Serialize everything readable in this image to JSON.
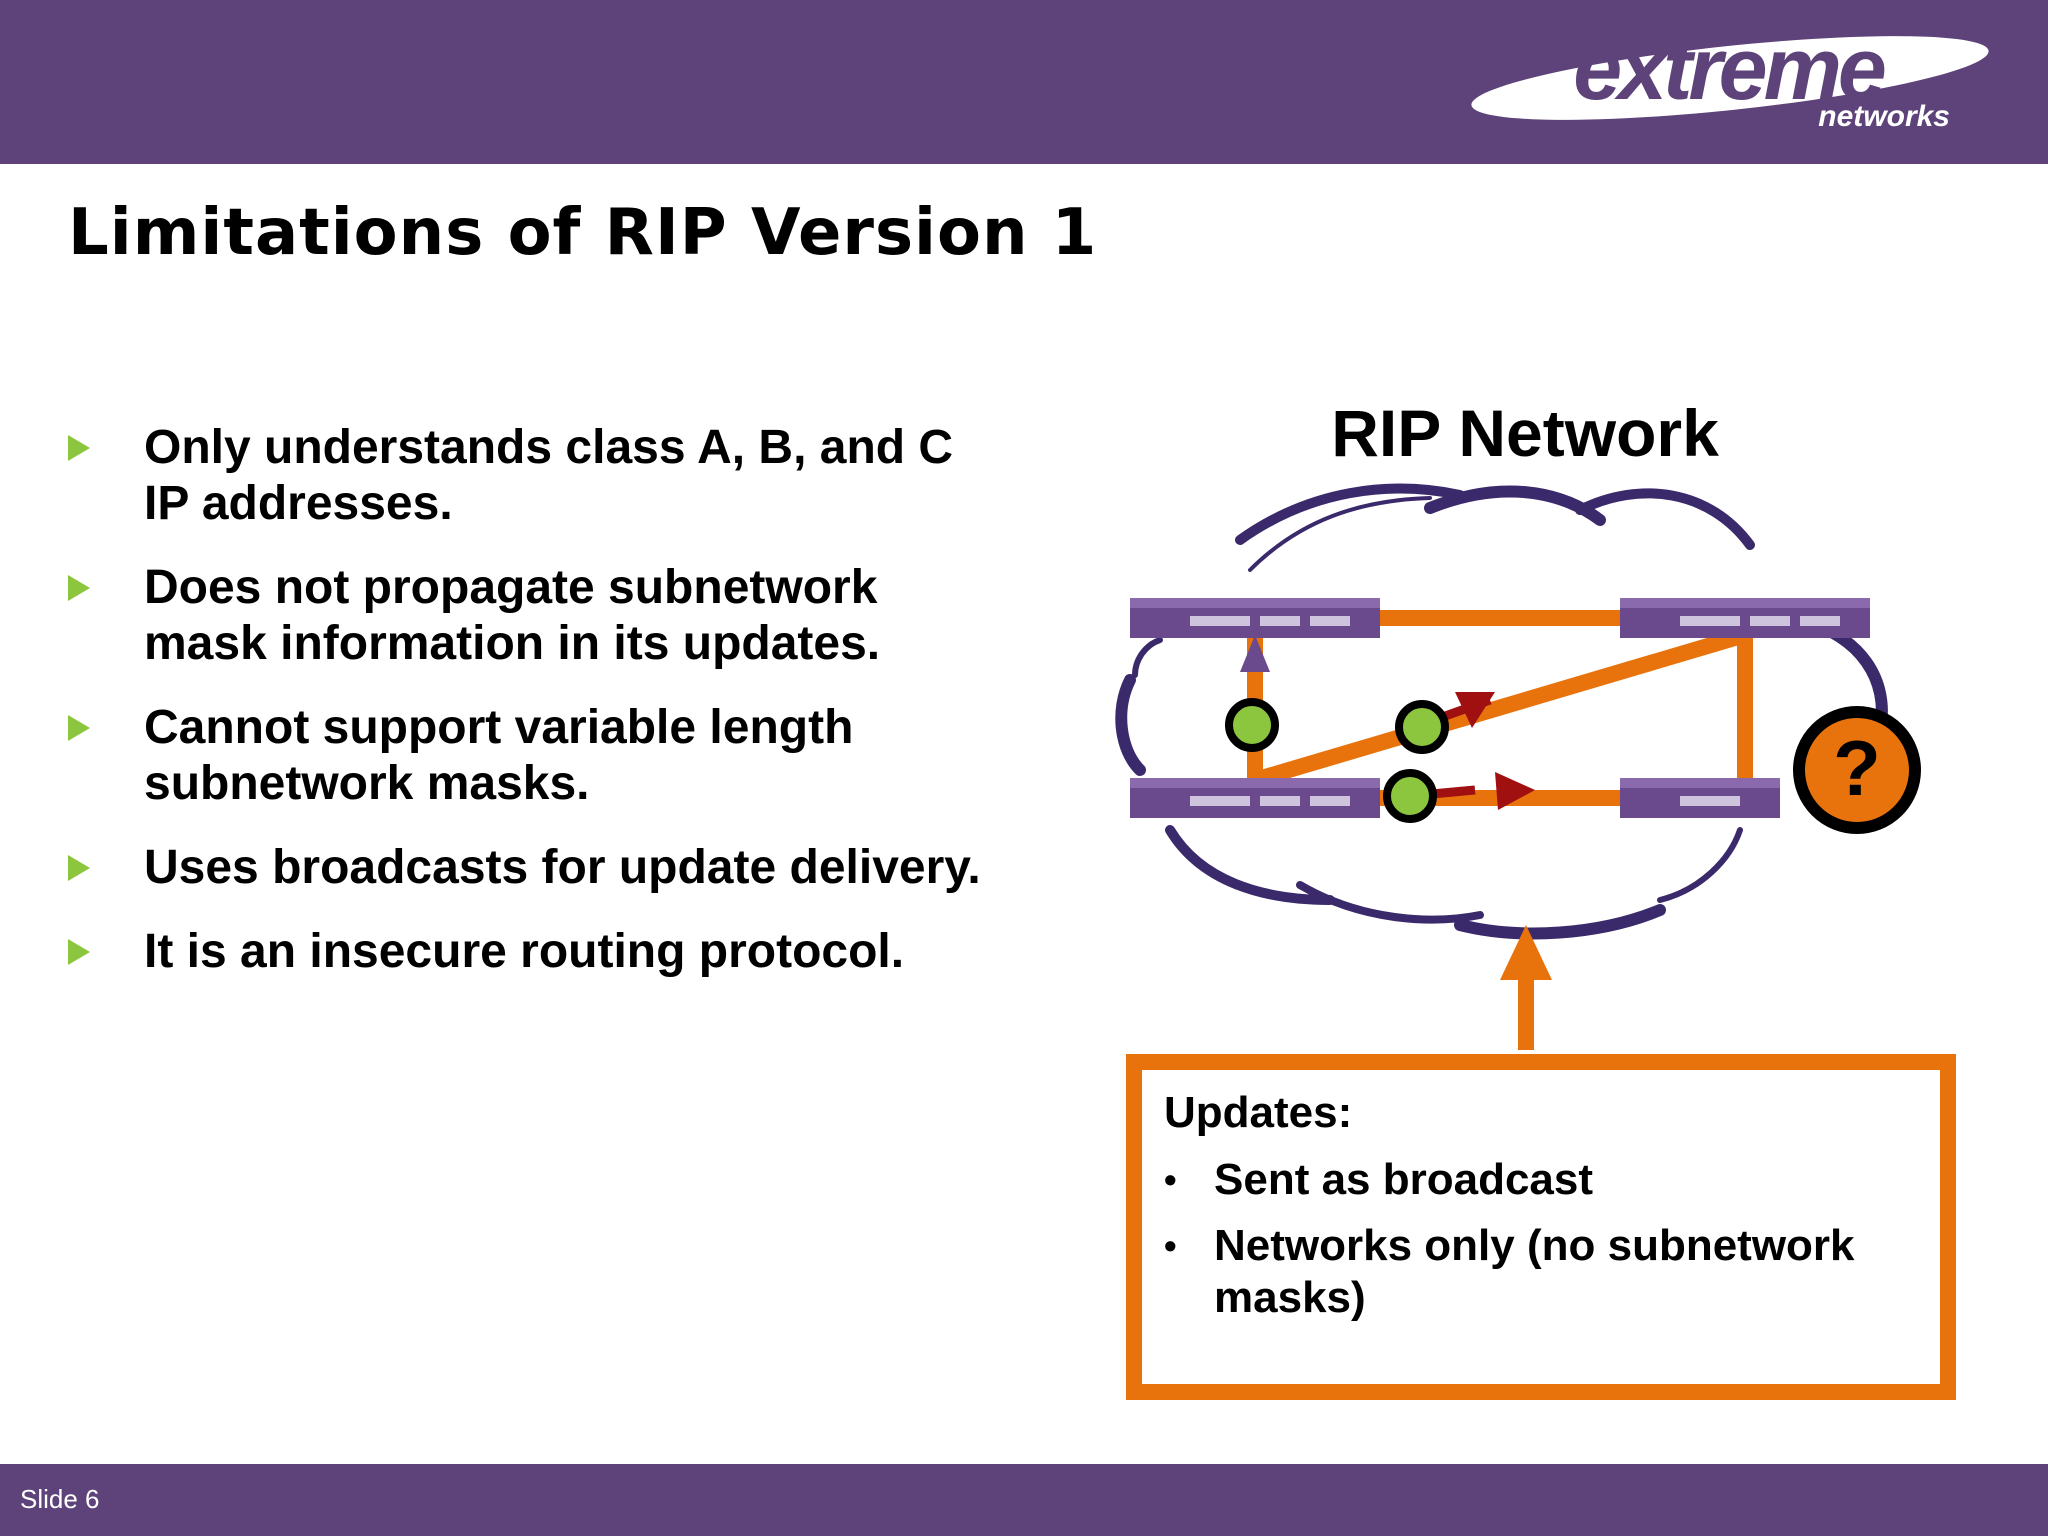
{
  "header": {
    "logo_word": "extreme",
    "logo_sub": "networks"
  },
  "slide": {
    "title": "Limitations of RIP Version 1",
    "bullets": [
      "Only understands class A, B, and C IP addresses.",
      "Does not propagate subnetwork mask information in its updates.",
      "Cannot support variable length subnetwork masks.",
      "Uses broadcasts for update delivery.",
      "It is an insecure routing protocol."
    ]
  },
  "diagram": {
    "title": "RIP Network",
    "unknown_marker": "?",
    "updates": {
      "heading": "Updates:",
      "items": [
        "Sent as broadcast",
        "Networks only (no subnetwork masks)"
      ]
    },
    "colors": {
      "link": "#e8730c",
      "router": "#6a4a8c",
      "node": "#8cc63f",
      "packet_arrow": "#a01010",
      "cloud": "#3b2a6b"
    }
  },
  "footer": {
    "slide_label": "Slide 6"
  },
  "theme": {
    "band_color": "#5d4379",
    "bullet_color": "#8cc63f"
  }
}
